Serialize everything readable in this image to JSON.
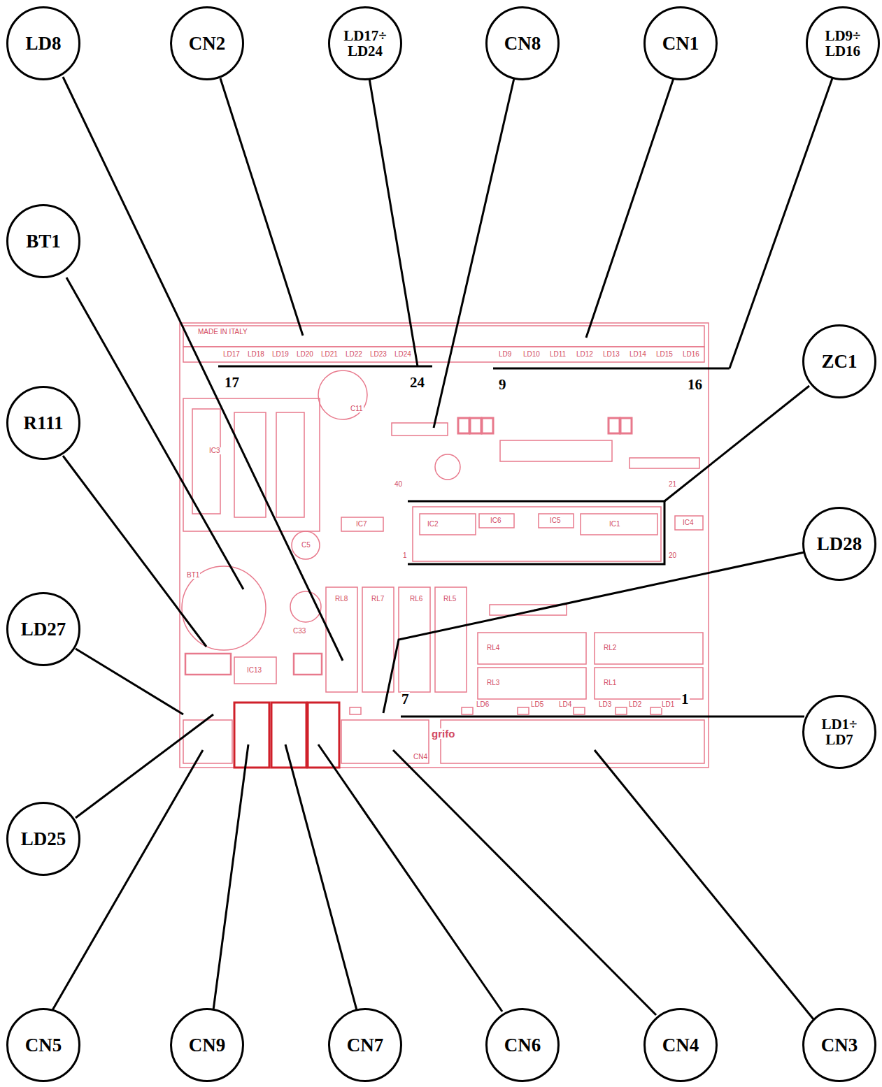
{
  "diagram": {
    "nodes": [
      {
        "text": [
          "LD8"
        ]
      },
      {
        "text": [
          "CN2"
        ]
      },
      {
        "text": [
          "LD17÷ LD24"
        ]
      },
      {
        "text": [
          "CN8"
        ]
      },
      {
        "text": [
          "CN1"
        ]
      },
      {
        "text": [
          "LD9÷ LD16"
        ]
      },
      {
        "text": [
          "BT1"
        ]
      },
      {
        "text": [
          "ZC1"
        ]
      },
      {
        "text": [
          "R111"
        ]
      },
      {
        "text": [
          "LD28"
        ]
      },
      {
        "text": [
          "LD27"
        ]
      },
      {
        "text": [
          "LD1÷ LD7"
        ]
      },
      {
        "text": [
          "LD25"
        ]
      },
      {
        "text": [
          "CN5"
        ]
      },
      {
        "text": [
          "CN9"
        ]
      },
      {
        "text": [
          "CN7"
        ]
      },
      {
        "text": [
          "CN6"
        ]
      },
      {
        "text": [
          "CN4"
        ]
      },
      {
        "text": [
          "CN3"
        ]
      }
    ],
    "labels": [
      "17",
      "24",
      "9",
      "16",
      "7",
      "1",
      "MADE IN ITALY",
      "LD17",
      "LD18",
      "LD19",
      "LD20",
      "LD21",
      "LD22",
      "LD23",
      "LD24",
      "LD9",
      "LD10",
      "LD11",
      "LD12",
      "LD13",
      "LD14",
      "LD15",
      "LD16",
      "IC3",
      "C11",
      "40",
      "21",
      "IC7",
      "IC2",
      "IC6",
      "IC5",
      "IC1",
      "IC4",
      "20",
      "1",
      "BT1",
      "C5",
      "C33",
      "RL8",
      "RL7",
      "RL6",
      "RL5",
      "RL4",
      "RL3",
      "RL2",
      "RL1",
      "IC13",
      "LD6",
      "LD5",
      "LD4",
      "LD3",
      "LD2",
      "LD1",
      "CN4",
      "grifo"
    ]
  }
}
